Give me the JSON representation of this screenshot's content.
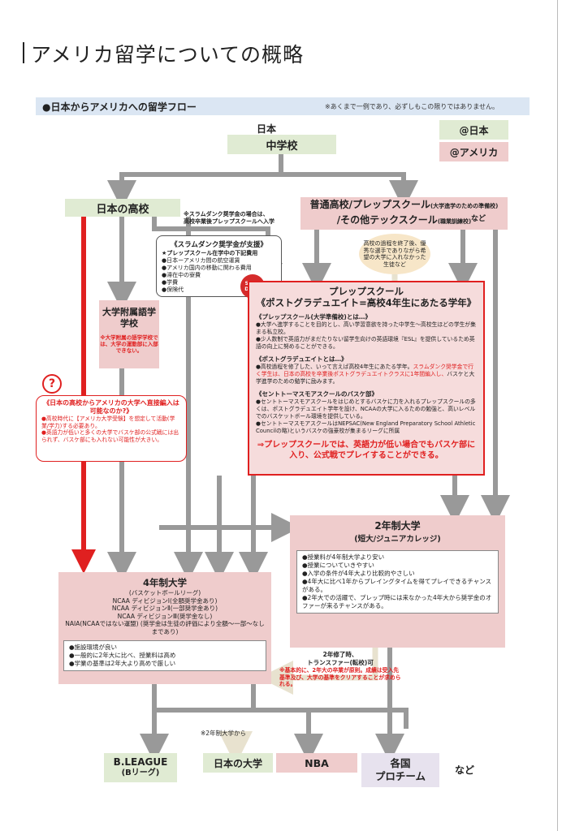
{
  "page": {
    "title": "アメリカ留学についての概略"
  },
  "flow": {
    "heading": "●日本からアメリカへの留学フロー",
    "note": "※あくまで一例であり、必ずしもこの限りではありません。"
  },
  "legend": {
    "japan": "@日本",
    "america": "@アメリカ"
  },
  "start": {
    "label": "日本",
    "box": "中学校"
  },
  "jp_high": {
    "label": "日本の高校"
  },
  "us_high": {
    "line1": "普通高校/プレップスクール",
    "line1_small": "(大学進学のための準備校)",
    "line2": "/その他テックスクール",
    "line2_small": "(職業訓練校)",
    "suffix": "など"
  },
  "slam_note": {
    "line1": "※スラムダンク奨学金の場合は、",
    "line2": "高校卒業後プレップスクールへ入学"
  },
  "callout_us": {
    "text": "高校の過程を終了後、優秀な選手でありながら希望の大学に入れなかった生徒など"
  },
  "slam": {
    "title": "《スラムダンク奨学金が支援》",
    "subtitle": "★プレップスクール在学中の下記費用",
    "items": [
      "●日本ーアメリカ間の航空運賃",
      "●アメリカ国内の移動に関わる費用",
      "●滞在中の寮費",
      "●学費",
      "●保険代"
    ],
    "logo": "SLAM DUNK"
  },
  "fuzoku": {
    "title": "大学附属語学学校",
    "note": "※大学附属の語学学校では、大学の運動部に入部できない。"
  },
  "prep": {
    "title": "プレップスクール",
    "subtitle": "《ポストグラデュエイト=高校4年生にあたる学年》",
    "h1": "《プレップスクール(大学準備校)とは…》",
    "t1a": "●大学へ進学することを目的とし、高い学習意欲を持った中学生〜高校生ほどの学生が集まる私立校。",
    "t1b": "●少人数制で英語力がまだたりない留学生向けの英語環境『ESL』を提供しているため英語の向上に努めることができる。",
    "h2": "《ポストグラデュエイトとは…》",
    "t2a": "●高校過程を修了した、いって言えば高校4年生にあたる学年。",
    "t2b": "スラムダンク奨学金で行く学生は、日本の高校を卒業後ポストグラデュエイトクラスに1年間編入し、",
    "t2c": "バスケと大学進学のための勉学に励みます。",
    "h3": "《セントトーマスモアスクールのバスケ部》",
    "t3a": "●セントトーマスモアスクールをはじめとするバスケに力を入れるプレップスクールの多くは、ポストグラデュエイト学年を設け、NCAAの大学に入るための勉強と、高いレベルでのバスケットボール環境を提供している。",
    "t3b": "●セントトーマスモアスクールはNEPSAC(New England Preparatory School Athletic Councilの略)というバスケの強豪校が集まるリーグに所属",
    "bottom": "⇒プレップスクールでは、英語力が低い場合でもバスケ部に入り、公式戦でプレイすることができる。"
  },
  "question": {
    "mark": "?",
    "title": "《日本の高校からアメリカの大学へ直接編入は可能なのか?》",
    "items": [
      "●高校時代に【アメリカ大学受験】を想定して活動(学業/学力)する必要あり。",
      "●英語力が低いと多くの大学でバスケ部の公式戦には出られず、バスケ部にも入れない可能性が大きい。"
    ]
  },
  "two_year": {
    "title": "2年制大学",
    "subtitle": "(短大/ジュニアカレッジ)",
    "items": [
      "●授業料が4年制大学より安い",
      "●授業についていきやすい",
      "●入学の条件が4年大より比較的やさしい",
      "●4年大に比べ1年からプレイングタイムを得てプレイできるチャンスがある。",
      "●2年大での活躍で、プレップ時には来なかった4年大から奨学金のオファーが来るチャンスがある。"
    ]
  },
  "four_year": {
    "title": "4年制大学",
    "lines": [
      "(バスケットボールリーグ)",
      "NCAA ディビジョンⅠ(全額奨学金あり)",
      "NCAA ディビジョンⅡ(一部奨学金あり)",
      "NCAA ディビジョンⅢ(奨学金なし)",
      "NAIA(NCAAではない運盟) (奨学金は生徒の評価により全額〜一部〜なし まであり)"
    ],
    "items": [
      "●施設環境が良い",
      "●一般的に2年大に比べ、授業料は高め",
      "●学業の基準は2年大より高めで厳しい"
    ]
  },
  "transfer": {
    "line1": "2年修了時、",
    "line2": "トランスファー(転校)可",
    "red": "※基本的に、2年大の卒業が原則。成績は受入先基準及び、大学の基準をクリアすることが求められる。"
  },
  "from2": {
    "text": "※2年制大学から"
  },
  "destinations": {
    "bleague": "B.LEAGUE",
    "bleague_sub": "(Bリーグ)",
    "nihondai": "日本の大学",
    "nba": "NBA",
    "pro1": "各国",
    "pro2": "プロチーム",
    "nado": "など"
  },
  "colors": {
    "japan": "#e0ebd3",
    "america": "#efcccc",
    "arrow_gray": "#999999",
    "arrow_red": "#e02020",
    "arrow_beige": "#e8e2cf",
    "flowbar": "#dbe6f3"
  }
}
